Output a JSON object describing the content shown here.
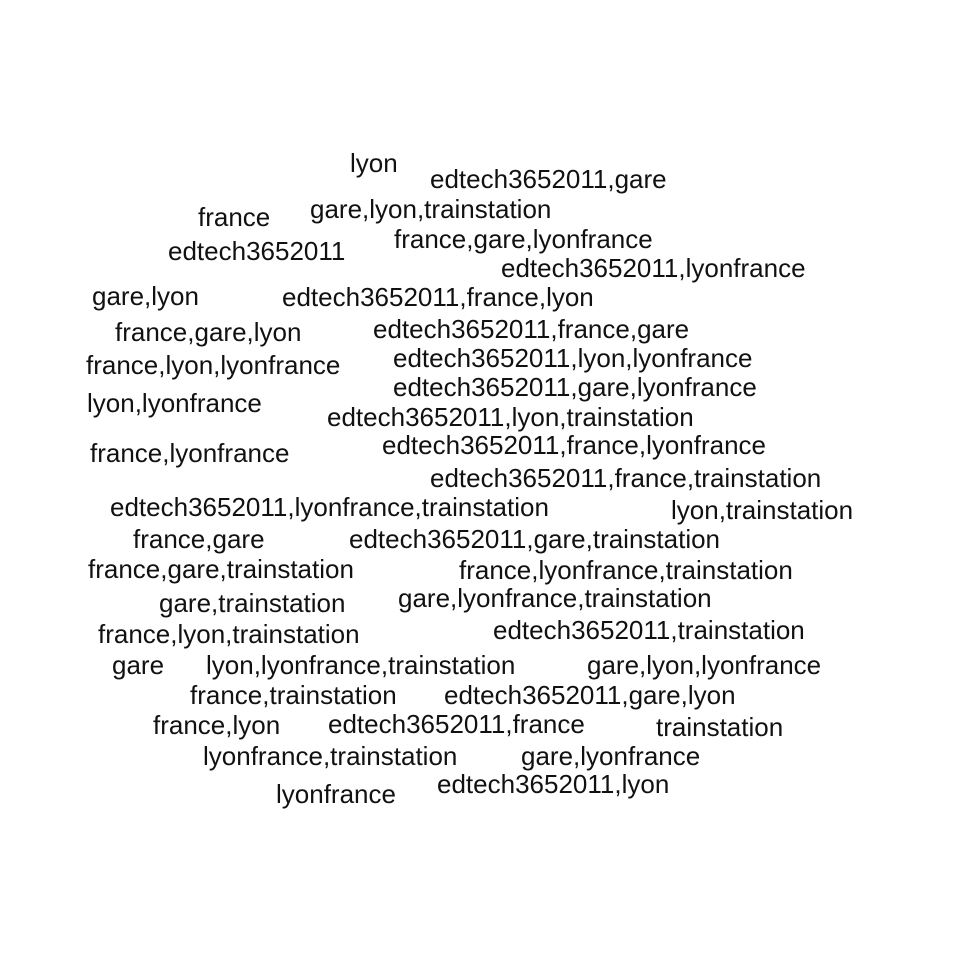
{
  "words": [
    "lyon",
    "edtech3652011,gare",
    "france",
    "gare,lyon,trainstation",
    "edtech3652011",
    "france,gare,lyonfrance",
    "edtech3652011,lyonfrance",
    "gare,lyon",
    "edtech3652011,france,lyon",
    "france,gare,lyon",
    "edtech3652011,france,gare",
    "france,lyon,lyonfrance",
    "edtech3652011,lyon,lyonfrance",
    "edtech3652011,gare,lyonfrance",
    "lyon,lyonfrance",
    "edtech3652011,lyon,trainstation",
    "france,lyonfrance",
    "edtech3652011,france,lyonfrance",
    "edtech3652011,france,trainstation",
    "edtech3652011,lyonfrance,trainstation",
    "lyon,trainstation",
    "france,gare",
    "edtech3652011,gare,trainstation",
    "france,gare,trainstation",
    "france,lyonfrance,trainstation",
    "gare,trainstation",
    "gare,lyonfrance,trainstation",
    "france,lyon,trainstation",
    "edtech3652011,trainstation",
    "gare",
    "lyon,lyonfrance,trainstation",
    "gare,lyon,lyonfrance",
    "france,trainstation",
    "edtech3652011,gare,lyon",
    "france,lyon",
    "edtech3652011,france",
    "trainstation",
    "lyonfrance,trainstation",
    "gare,lyonfrance",
    "lyonfrance",
    "edtech3652011,lyon"
  ]
}
